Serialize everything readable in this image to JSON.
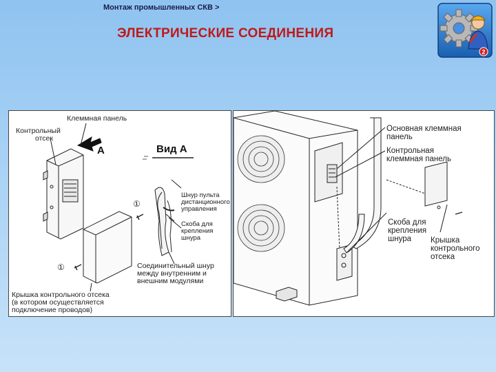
{
  "header": {
    "breadcrumb": "Монтаж промышленных СКВ >",
    "title": "ЭЛЕКТРИЧЕСКИЕ СОЕДИНЕНИЯ",
    "logo_badge": "2"
  },
  "left_diagram": {
    "terminal_panel": "Клеммная панель",
    "control_box_l1": "Контрольный",
    "control_box_l2": "отсек",
    "arrow_label": "A",
    "view_label": "Вид А",
    "remote_cord_l1": "Шнур пульта",
    "remote_cord_l2": "дистанционного",
    "remote_cord_l3": "управления",
    "bracket_l1": "Скоба для",
    "bracket_l2": "крепления",
    "bracket_l3": "шнура",
    "conn_cord_l1": "Соединительный шнур",
    "conn_cord_l2": "между внутренним и",
    "conn_cord_l3": "внешним модулями",
    "cover_l1": "Крышка контрольного отсека",
    "cover_l2": "(в котором осуществляется",
    "cover_l3": "подключение проводов)",
    "marker_1": "①",
    "marker_2": "①"
  },
  "right_diagram": {
    "main_terminal_l1": "Основная клеммная",
    "main_terminal_l2": "панель",
    "control_terminal_l1": "Контрольная",
    "control_terminal_l2": "клеммная панель",
    "bracket_l1": "Скоба для",
    "bracket_l2": "крепления",
    "bracket_l3": "шнура",
    "cover_l1": "Крышка",
    "cover_l2": "контрольного",
    "cover_l3": "отсека"
  },
  "colors": {
    "title": "#c01818",
    "background_top": "#8fc3f0",
    "background_bottom": "#c7e2f8"
  }
}
